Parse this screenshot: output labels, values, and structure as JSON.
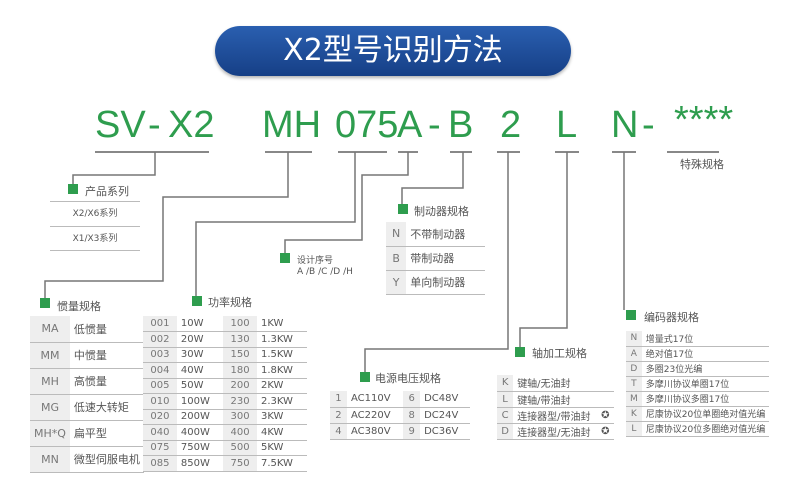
{
  "title": "X2型号识别方法",
  "code": {
    "sv": "SV",
    "d1": "-",
    "x2": "X2",
    "mh": "MH",
    "p": "075",
    "a": "A",
    "d2": "-",
    "b": "B",
    "v": "2",
    "l": "L",
    "n": "N",
    "d3": "-",
    "s": "****"
  },
  "special": "特殊规格",
  "series": {
    "title": "产品系列",
    "items": [
      "X2/X6系列",
      "X1/X3系列"
    ]
  },
  "design": {
    "title": "设计序号",
    "values": "A /B /C /D /H"
  },
  "brake": {
    "title": "制动器规格",
    "rows": [
      [
        "N",
        "不带制动器"
      ],
      [
        "B",
        "带制动器"
      ],
      [
        "Y",
        "单向制动器"
      ]
    ]
  },
  "inertia": {
    "title": "惯量规格",
    "rows": [
      [
        "MA",
        "低惯量"
      ],
      [
        "MM",
        "中惯量"
      ],
      [
        "MH",
        "高惯量"
      ],
      [
        "MG",
        "低速大转矩"
      ],
      [
        "MH*Q",
        "扁平型"
      ],
      [
        "MN",
        "微型伺服电机"
      ]
    ]
  },
  "power": {
    "title": "功率规格",
    "rows": [
      [
        "001",
        "10W",
        "100",
        "1KW"
      ],
      [
        "002",
        "20W",
        "130",
        "1.3KW"
      ],
      [
        "003",
        "30W",
        "150",
        "1.5KW"
      ],
      [
        "004",
        "40W",
        "180",
        "1.8KW"
      ],
      [
        "005",
        "50W",
        "200",
        "2KW"
      ],
      [
        "010",
        "100W",
        "230",
        "2.3KW"
      ],
      [
        "020",
        "200W",
        "300",
        "3KW"
      ],
      [
        "040",
        "400W",
        "400",
        "4KW"
      ],
      [
        "075",
        "750W",
        "500",
        "5KW"
      ],
      [
        "085",
        "850W",
        "750",
        "7.5KW"
      ]
    ]
  },
  "voltage": {
    "title": "电源电压规格",
    "rows": [
      [
        "1",
        "AC110V",
        "6",
        "DC48V"
      ],
      [
        "2",
        "AC220V",
        "8",
        "DC24V"
      ],
      [
        "4",
        "AC380V",
        "9",
        "DC36V"
      ]
    ]
  },
  "shaft": {
    "title": "轴加工规格",
    "rows": [
      [
        "K",
        "键轴/无油封",
        ""
      ],
      [
        "L",
        "键轴/带油封",
        ""
      ],
      [
        "C",
        "连接器型/带油封",
        "✪"
      ],
      [
        "D",
        "连接器型/无油封",
        "✪"
      ]
    ]
  },
  "encoder": {
    "title": "编码器规格",
    "rows": [
      [
        "N",
        "增量式17位"
      ],
      [
        "A",
        "绝对值17位"
      ],
      [
        "D",
        "多圈23位光编"
      ],
      [
        "T",
        "多摩川协议单圈17位"
      ],
      [
        "M",
        "多摩川协议多圈17位"
      ],
      [
        "K",
        "尼康协议20位单圈绝对值光编"
      ],
      [
        "L",
        "尼康协议20位多圈绝对值光编"
      ]
    ]
  },
  "colors": {
    "green": "#2e9d4e",
    "blue": "#1f4f9c"
  }
}
